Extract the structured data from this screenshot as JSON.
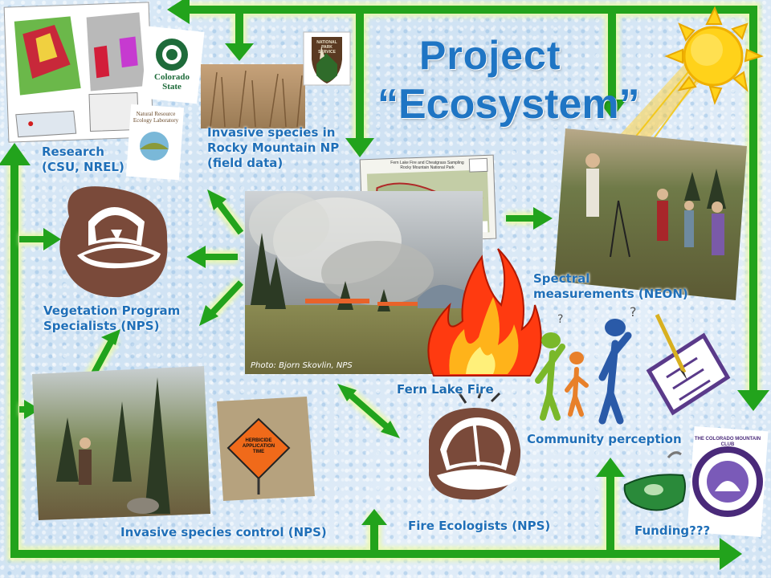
{
  "title": {
    "line1": "Project",
    "line2": "“Ecosystem”"
  },
  "nodes": {
    "research": {
      "line1": "Research",
      "line2": "(CSU, NREL)"
    },
    "invasive_field": {
      "line1": "Invasive species in",
      "line2": "Rocky Mountain NP",
      "line3": "(field data)"
    },
    "vegetation": {
      "line1": "Vegetation Program",
      "line2": "Specialists (NPS)"
    },
    "spectral": {
      "line1": "Spectral",
      "line2": "measurements (NEON)"
    },
    "fern_lake": "Fern Lake Fire",
    "community": "Community  perception",
    "fire_ecologists": "Fire Ecologists (NPS)",
    "invasive_control": "Invasive species control (NPS)",
    "funding": "Funding???"
  },
  "photo_credit": "Photo: Bjorn Skovlin, NPS",
  "logos": {
    "csu": {
      "line1": "Colorado",
      "line2": "State"
    },
    "nrel": "Natural Resource Ecology Laboratory",
    "nps": "NATIONAL PARK SERVICE",
    "cmc": "THE COLORADO MOUNTAIN CLUB"
  },
  "sign": {
    "line1": "HERBICIDE",
    "line2": "APPLICATION",
    "line3": "TIME"
  },
  "map_title": {
    "line1": "Fern Lake Fire and Cheatgrass Sampling",
    "line2": "Rocky Mountain National Park"
  },
  "colors": {
    "arrow": "#22a31c",
    "arrow_glow": "#eaf8b0",
    "label": "#1f6fb8",
    "icon": "#7a4a3a",
    "sun": "#ffd21a"
  }
}
